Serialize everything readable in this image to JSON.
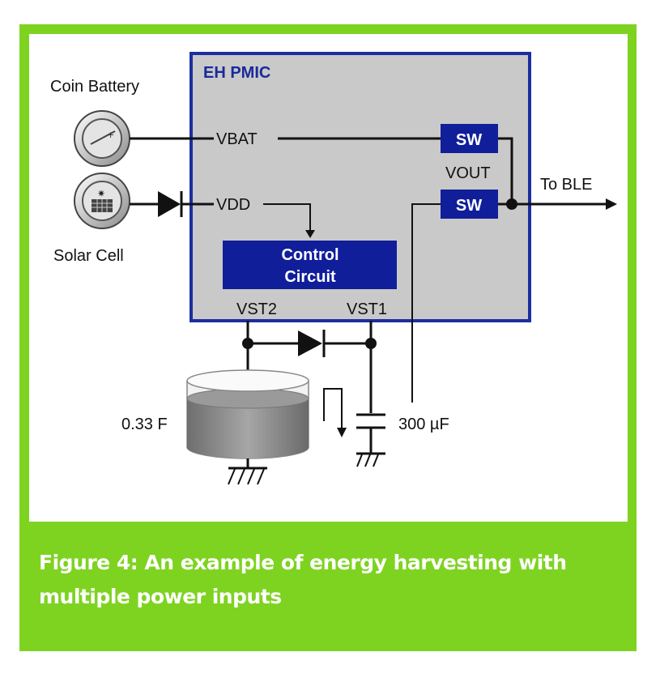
{
  "diagram": {
    "block_title": "EH PMIC",
    "inputs": {
      "coin_battery": "Coin Battery",
      "solar_cell": "Solar Cell"
    },
    "pins": {
      "vbat": "VBAT",
      "vdd": "VDD",
      "vout": "VOUT",
      "vst2": "VST2",
      "vst1": "VST1"
    },
    "switch_top": "SW",
    "switch_bottom": "SW",
    "control": [
      "Control",
      "Circuit"
    ],
    "output": "To BLE",
    "supercap_label": "0.33 F",
    "cap_label": "300 µF"
  },
  "caption": "Figure 4: An example of energy harvesting with multiple power inputs",
  "colors": {
    "frame_green": "#7ed321",
    "chip_fill": "#c9c9c9",
    "chip_border": "#1c2ea0",
    "box_fill": "#101e9a"
  }
}
